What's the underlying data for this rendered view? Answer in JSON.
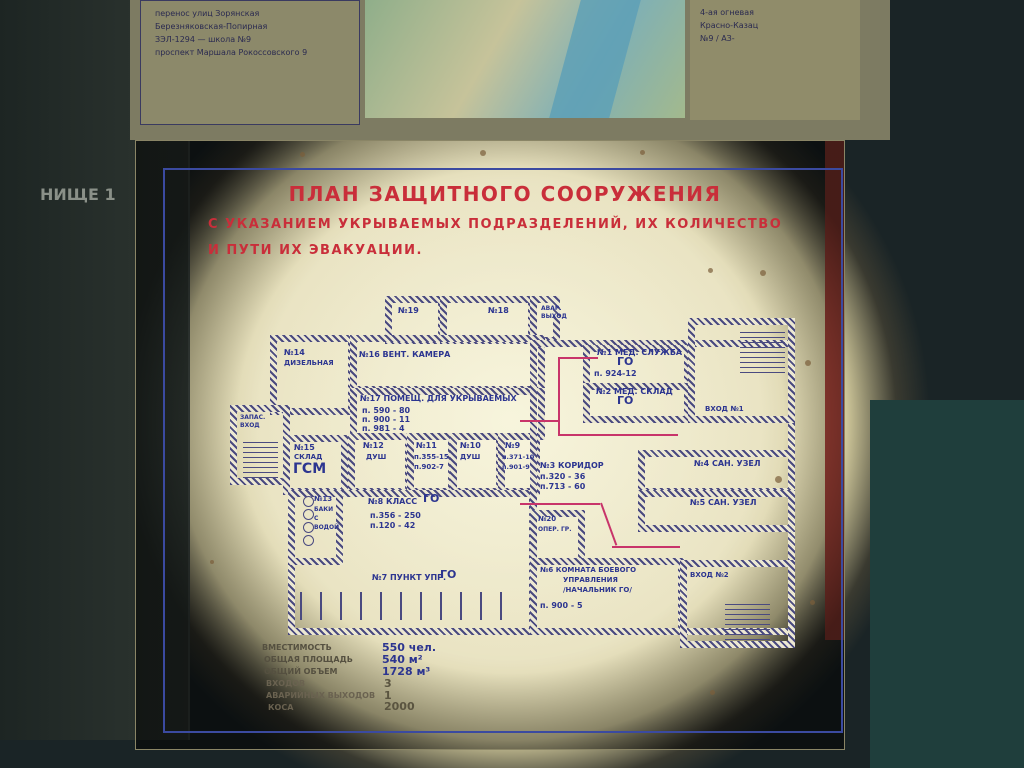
{
  "background": {
    "left_board_title": "НИЩЕ 1",
    "top_left_note": [
      "перенос улиц Зорянская",
      "Березняковская-Попирная",
      "ЗЭЛ-1294 — школа №9",
      "проспект Маршала Рокоссовского 9"
    ],
    "top_right_note": [
      "4-ая огневая",
      "Красно-Казац",
      "№9 / АЗ-"
    ]
  },
  "poster": {
    "title": "ПЛАН ЗАЩИТНОГО СООРУЖЕНИЯ",
    "subtitle_1": "С УКАЗАНИЕМ УКРЫВАЕМЫХ ПОДРАЗДЕЛЕНИЙ, ИХ КОЛИЧЕСТВО",
    "subtitle_2": "И ПУТИ ИХ ЭВАКУАЦИИ.",
    "colors": {
      "title": "#c92e3a",
      "plan_text": "#2c3590",
      "route": "#c8346a"
    },
    "rooms": {
      "r19": "№19",
      "r18": "№18",
      "emergency_exit": "АВАР. ВЫХОД",
      "r14": "№14",
      "r14_name": "ДИЗЕЛЬНАЯ",
      "r16": "№16 ВЕНТ. КАМЕРА",
      "r17": "№17 ПОМЕЩ. ДЛЯ УКРЫВАЕМЫХ",
      "r17_a": "п. 590 - 80",
      "r17_b": "п. 900 - 11",
      "r17_c": "п. 981 - 4",
      "spare_entrance": "ЗАПАС. ВХОД",
      "r15": "№15",
      "r15_name": "СКЛАД",
      "r15_big": "ГСМ",
      "r12": "№12",
      "r12_name": "ДУШ",
      "r11": "№11",
      "r11_a": "п.355-15",
      "r11_b": "п.902-7",
      "r10": "№10",
      "r10_name": "ДУШ",
      "r9": "№9",
      "r9_a": "п.371-10",
      "r9_b": "п.901-9",
      "r13": "№13",
      "r13_name": "БАКИ С ВОДОЙ",
      "r8": "№8 КЛАСС",
      "r8_big": "ГО",
      "r8_a": "п.356 - 250",
      "r8_b": "п.120 - 42",
      "r7": "№7 ПУНКТ УПР.",
      "r7_big": "ГО",
      "r3": "№3 КОРИДОР",
      "r3_a": "п.320 - 36",
      "r3_b": "п.713 - 60",
      "r1": "№1 МЕД. СЛУЖБА",
      "r1_big": "ГО",
      "r1_a": "п. 924-12",
      "r2": "№2 МЕД. СКЛАД",
      "r2_big": "ГО",
      "entrance1": "ВХОД №1",
      "r4": "№4 САН. УЗЕЛ",
      "r5": "№5 САН. УЗЕЛ",
      "r20": "№20",
      "r20_name": "ОПЕР. ГР.",
      "r6": "№6 КОМНАТА БОЕВОГО",
      "r6_l2": "УПРАВЛЕНИЯ",
      "r6_l3": "/НАЧАЛЬНИК ГО/",
      "r6_a": "п. 900 - 5",
      "entrance2": "ВХОД №2"
    },
    "stats": [
      {
        "label": "ВМЕСТИМОСТЬ",
        "value": "550 чел."
      },
      {
        "label": "ОБЩАЯ ПЛОЩАДЬ",
        "value": "540 м²"
      },
      {
        "label": "ОБЩИЙ ОБЪЕМ",
        "value": "1728 м³"
      },
      {
        "label": "ВХОДОВ",
        "value": "3"
      },
      {
        "label": "АВАРИЙНЫХ ВЫХОДОВ",
        "value": "1"
      },
      {
        "label": "КОСА",
        "value": "2000"
      }
    ]
  }
}
